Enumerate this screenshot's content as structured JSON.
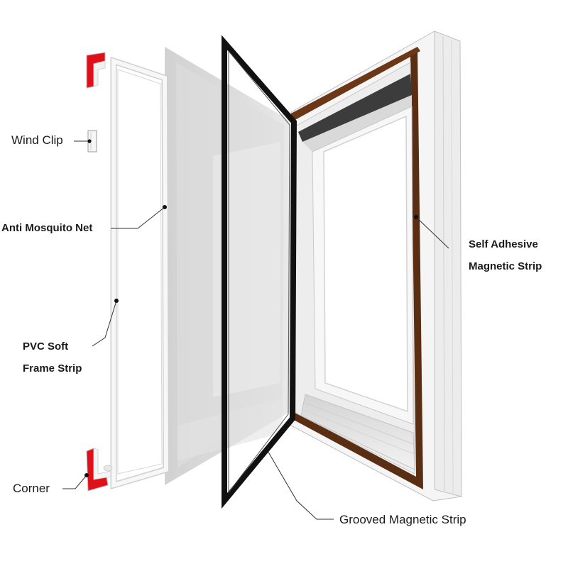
{
  "labels": {
    "wind_clip": "Wind Clip",
    "anti_mosquito_net": "Anti Mosquito Net",
    "pvc_soft_line1": "PVC Soft",
    "pvc_soft_line2": "Frame Strip",
    "corner": "Corner",
    "self_adhesive_line1": "Self Adhesive",
    "self_adhesive_line2": "Magnetic Strip",
    "grooved_magnetic_strip": "Grooved Magnetic Strip"
  },
  "colors": {
    "corner_red": "#e0101a",
    "brown_strip": "#5a2e12",
    "black_strip": "#111111",
    "frame_white": "#f4f4f4",
    "net_grey": "#d6d6d6"
  }
}
